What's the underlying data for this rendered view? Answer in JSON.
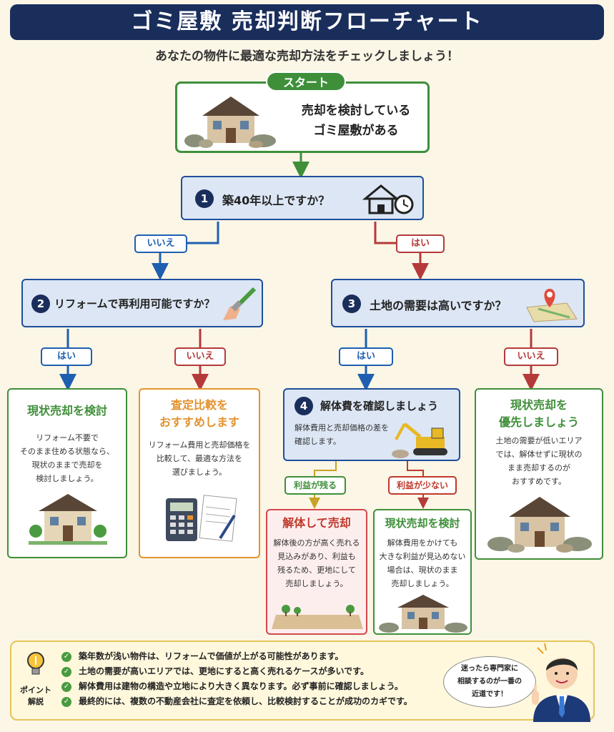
{
  "header": {
    "title": "ゴミ屋敷 売却判断フローチャート"
  },
  "subtitle": "あなたの物件に最適な売却方法をチェックしましょう！",
  "start": {
    "badge": "スタート",
    "line1": "売却を検討している",
    "line2": "ゴミ屋敷がある"
  },
  "q1": {
    "num": "1",
    "text": "築40年以上ですか？"
  },
  "q2": {
    "num": "2",
    "text": "リフォームで再利用可能ですか？"
  },
  "q3": {
    "num": "3",
    "text": "土地の需要は高いですか？"
  },
  "q4": {
    "num": "4",
    "text": "解体費を確認しましょう",
    "body1": "解体費用と売却価格の差を",
    "body2": "確認します。"
  },
  "labels": {
    "iie": "いいえ",
    "hai": "はい",
    "profit_remain": "利益が残る",
    "profit_small": "利益が少ない"
  },
  "results": {
    "r1": {
      "title": "現状売却を検討",
      "lines": [
        "リフォーム不要で",
        "そのまま住める状態なら、",
        "現状のままで売却を",
        "検討しましょう。"
      ]
    },
    "r2": {
      "title1": "査定比較を",
      "title2": "おすすめします",
      "lines": [
        "リフォーム費用と売却価格を",
        "比較して、最適な方法を",
        "選びましょう。"
      ]
    },
    "r3": {
      "title1": "現状売却を",
      "title2": "優先しましょう",
      "lines": [
        "土地の需要が低いエリア",
        "では、解体せずに現状の",
        "まま売却するのが",
        "おすすめです。"
      ]
    },
    "r4": {
      "title": "解体して売却",
      "lines": [
        "解体後の方が高く売れる",
        "見込みがあり、利益も",
        "残るため、更地にして",
        "売却しましょう。"
      ]
    },
    "r5": {
      "title": "現状売却を検討",
      "lines": [
        "解体費用をかけても",
        "大きな利益が見込めない",
        "場合は、現状のまま",
        "売却しましょう。"
      ]
    }
  },
  "points": {
    "label1": "ポイント",
    "label2": "解説",
    "items": [
      "築年数が浅い物件は、リフォームで価値が上がる可能性があります。",
      "土地の需要が高いエリアでは、更地にすると高く売れるケースが多いです。",
      "解体費用は建物の構造や立地により大きく異なります。必ず事前に確認しましょう。",
      "最終的には、複数の不動産会社に査定を依頼し、比較検討することが成功のカギです。"
    ]
  },
  "bubble": {
    "lines": [
      "迷ったら専門家に",
      "相談するのが一番の",
      "近道です！"
    ]
  },
  "colors": {
    "navy": "#1a2e5c",
    "green": "#3f8f3a",
    "blue": "#1f5fb0",
    "red": "#b53a3a",
    "orange": "#e3922e"
  }
}
